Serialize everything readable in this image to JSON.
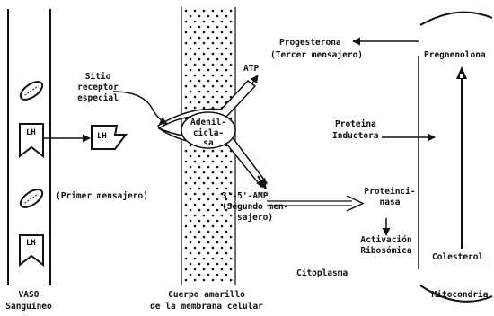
{
  "labels": {
    "progesterona": "Progesterona",
    "tercer_mensajero": "(Tercer mensajero)",
    "pregnenolona": "Pregnenolona",
    "atp": "ATP",
    "sitio_receptor_1": "Sitio",
    "sitio_receptor_2": "receptor",
    "sitio_receptor_3": "especial",
    "adenil_1": "Adenil-",
    "adenil_2": "cicla-",
    "adenil_3": "sa",
    "lh": "LH",
    "proteina_1": "Proteina",
    "proteina_2": "Inductora",
    "primer_mensajero": "(Primer mensajero)",
    "amp_1": "3'-5'-AMP",
    "amp_2": "(Segundo men-",
    "amp_3": "sajero)",
    "proteincinasa_1": "Proteinci-",
    "proteincinasa_2": "nasa",
    "activacion_1": "Activación",
    "activacion_2": "Ribosómica",
    "colesterol": "Colesterol",
    "citoplasma": "Citoplasma",
    "vaso_1": "VASO",
    "vaso_2": "Sanguíneo",
    "cuerpo_1": "Cuerpo amarillo",
    "cuerpo_2": "de la membrana celular",
    "mitocondria": "Mitocondria"
  }
}
